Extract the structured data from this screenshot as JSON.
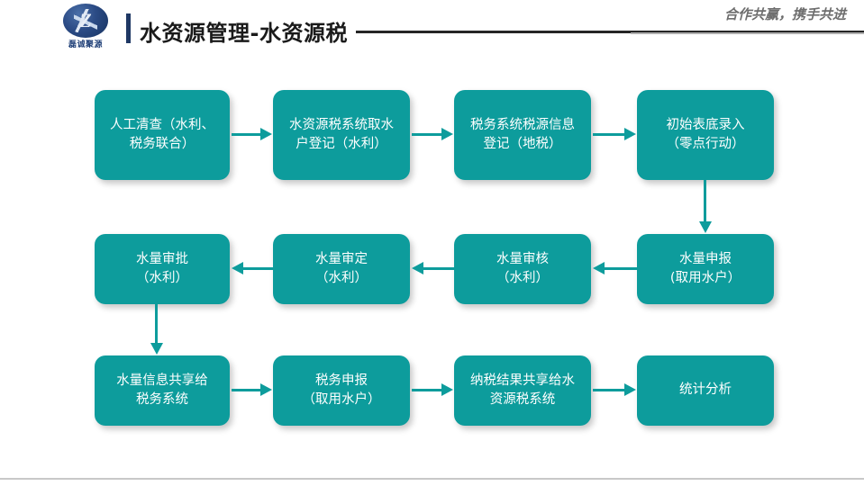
{
  "header": {
    "logo_text": "磊诚聚源",
    "logo_icon": "circular-emblem-logo",
    "title": "水资源管理-水资源税",
    "tagline": "合作共赢，携手共进"
  },
  "colors": {
    "node_fill": "#0D9C9C",
    "node_text": "#FFFFFF",
    "connector": "#0D9C9C",
    "title_accent_bar": "#1F3864",
    "title_rule": "#262626",
    "tagline_text": "#6E6E6E",
    "footer_rule": "#C8C8C8"
  },
  "flow": {
    "type": "process-flow-diagram",
    "rows": [
      {
        "direction": "left-to-right",
        "nodes": [
          {
            "id": "n1",
            "label": "人工清查（水利、\n税务联合）"
          },
          {
            "id": "n2",
            "label": "水资源税系统取水\n户登记（水利）"
          },
          {
            "id": "n3",
            "label": "税务系统税源信息\n登记（地税）"
          },
          {
            "id": "n4",
            "label": "初始表底录入\n（零点行动）"
          }
        ]
      },
      {
        "direction": "right-to-left",
        "nodes": [
          {
            "id": "n8",
            "label": "水量审批\n（水利）"
          },
          {
            "id": "n7",
            "label": "水量审定\n（水利）"
          },
          {
            "id": "n6",
            "label": "水量审核\n（水利）"
          },
          {
            "id": "n5",
            "label": "水量申报\n(取用水户）"
          }
        ]
      },
      {
        "direction": "left-to-right",
        "nodes": [
          {
            "id": "n9",
            "label": "水量信息共享给\n税务系统"
          },
          {
            "id": "n10",
            "label": "税务申报\n（取用水户）"
          },
          {
            "id": "n11",
            "label": "纳税结果共享给水\n资源税系统"
          },
          {
            "id": "n12",
            "label": "统计分析"
          }
        ]
      }
    ],
    "connectors": [
      {
        "id": "c1",
        "from": "n1",
        "to": "n2",
        "orientation": "horizontal",
        "arrow": "right"
      },
      {
        "id": "c2",
        "from": "n2",
        "to": "n3",
        "orientation": "horizontal",
        "arrow": "right"
      },
      {
        "id": "c3",
        "from": "n3",
        "to": "n4",
        "orientation": "horizontal",
        "arrow": "right"
      },
      {
        "id": "c4",
        "from": "n4",
        "to": "n5",
        "orientation": "vertical",
        "arrow": "down"
      },
      {
        "id": "c5",
        "from": "n5",
        "to": "n6",
        "orientation": "horizontal",
        "arrow": "left"
      },
      {
        "id": "c6",
        "from": "n6",
        "to": "n7",
        "orientation": "horizontal",
        "arrow": "left"
      },
      {
        "id": "c7",
        "from": "n7",
        "to": "n8",
        "orientation": "horizontal",
        "arrow": "left"
      },
      {
        "id": "c8",
        "from": "n8",
        "to": "n9",
        "orientation": "vertical",
        "arrow": "down"
      },
      {
        "id": "c9",
        "from": "n9",
        "to": "n10",
        "orientation": "horizontal",
        "arrow": "right"
      },
      {
        "id": "c10",
        "from": "n10",
        "to": "n11",
        "orientation": "horizontal",
        "arrow": "right"
      },
      {
        "id": "c11",
        "from": "n11",
        "to": "n12",
        "orientation": "horizontal",
        "arrow": "right"
      }
    ]
  }
}
